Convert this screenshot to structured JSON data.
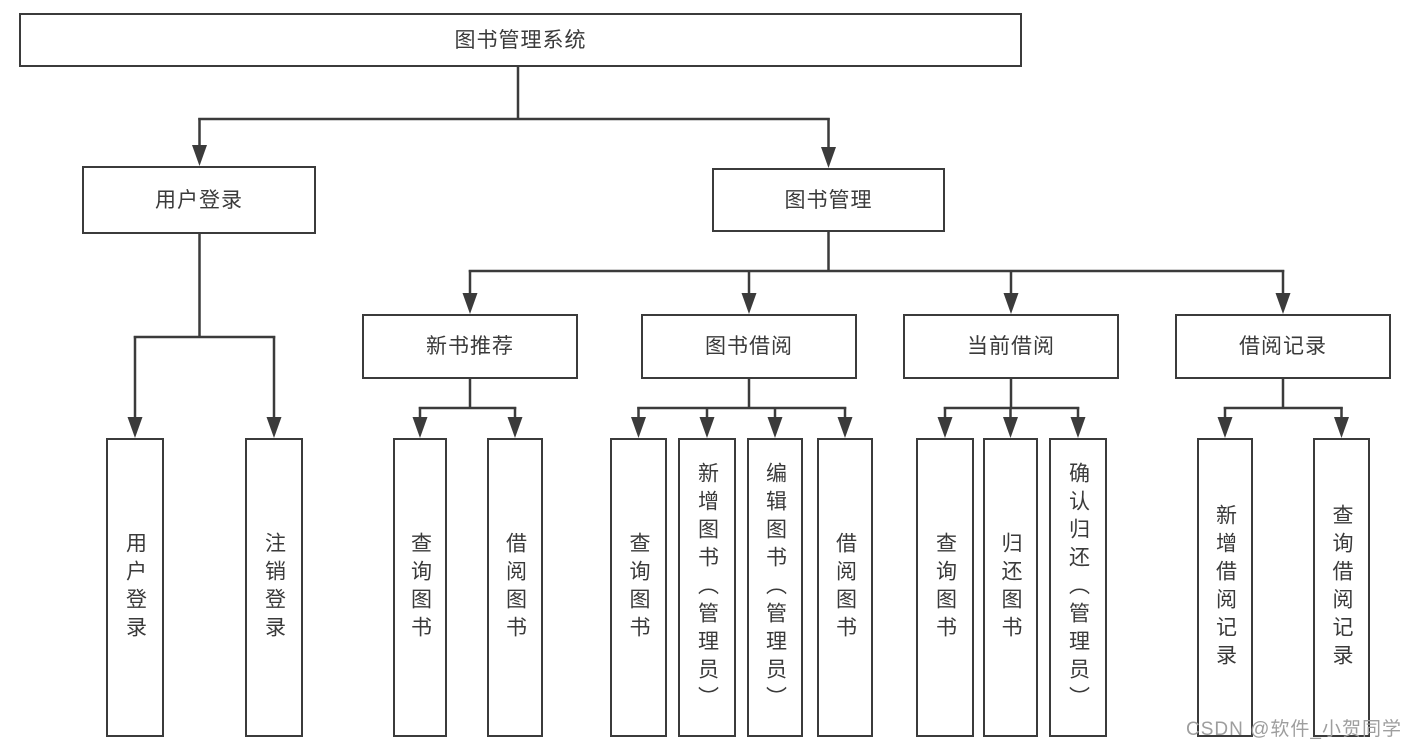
{
  "title": "图书管理系统",
  "colors": {
    "line": "#3b3b3b",
    "text": "#3a3a3a",
    "background": "#ffffff",
    "watermark": "#9e9e9e"
  },
  "diagram": {
    "root": {
      "label": "图书管理系统"
    },
    "branches": [
      {
        "label": "用户登录",
        "children": [
          {
            "label": "用户登录"
          },
          {
            "label": "注销登录"
          }
        ]
      },
      {
        "label": "图书管理",
        "children": [
          {
            "label": "新书推荐",
            "children": [
              {
                "label": "查询图书"
              },
              {
                "label": "借阅图书"
              }
            ]
          },
          {
            "label": "图书借阅",
            "children": [
              {
                "label": "查询图书"
              },
              {
                "label": "新增图书（管理员）"
              },
              {
                "label": "编辑图书（管理员）"
              },
              {
                "label": "借阅图书"
              }
            ]
          },
          {
            "label": "当前借阅",
            "children": [
              {
                "label": "查询图书"
              },
              {
                "label": "归还图书"
              },
              {
                "label": "确认归还（管理员）"
              }
            ]
          },
          {
            "label": "借阅记录",
            "children": [
              {
                "label": "新增借阅记录"
              },
              {
                "label": "查询借阅记录"
              }
            ]
          }
        ]
      }
    ]
  },
  "watermark": {
    "text": "CSDN @软件_小贺同学"
  }
}
